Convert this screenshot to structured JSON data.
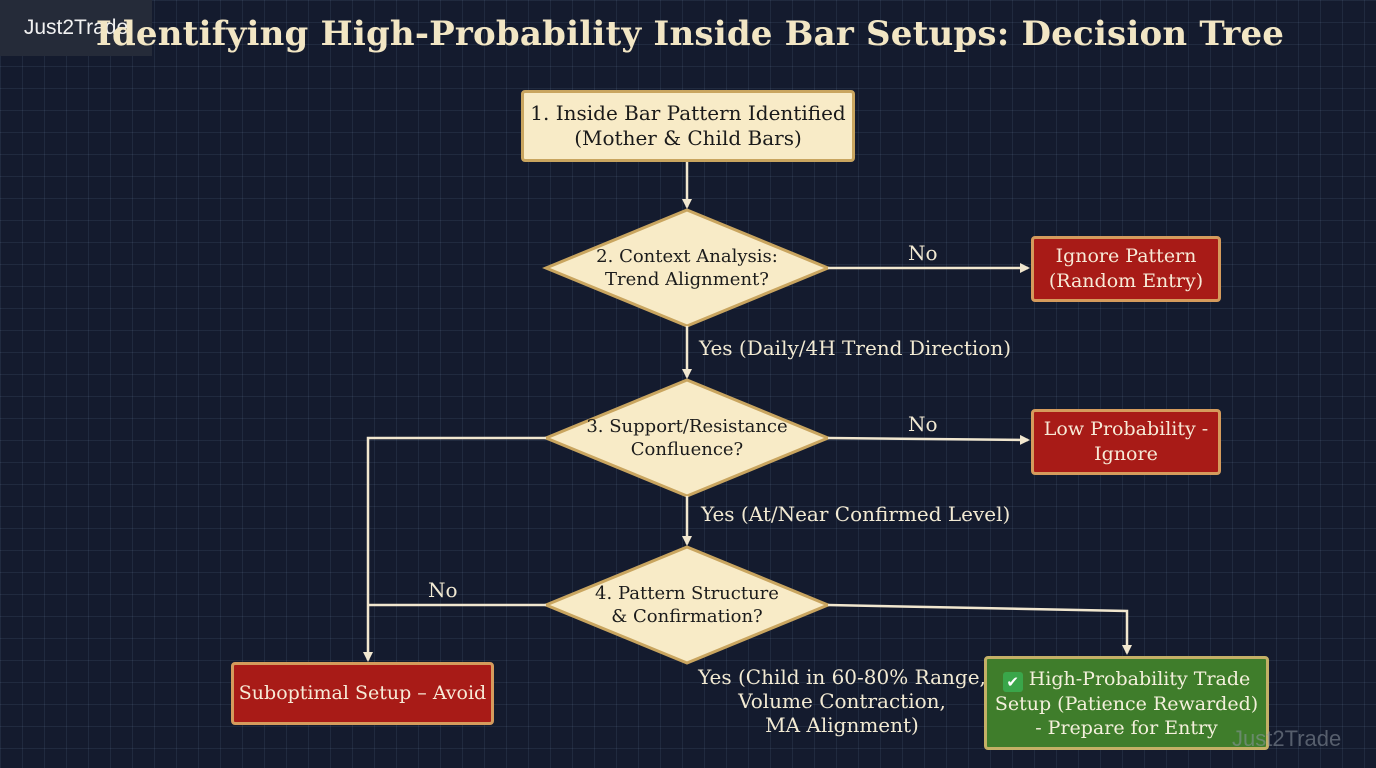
{
  "logo": "Just2Trade",
  "title": "Identifying High-Probability Inside Bar Setups: Decision Tree",
  "watermark": "Just2Trade",
  "nodes": {
    "step1": [
      "1. Inside Bar Pattern Identified",
      "(Mother & Child Bars)"
    ],
    "step2": [
      "2. Context Analysis:",
      "Trend Alignment?"
    ],
    "step3": [
      "3. Support/Resistance",
      "Confluence?"
    ],
    "step4": [
      "4. Pattern Structure",
      "& Confirmation?"
    ],
    "ignore_pattern": [
      "Ignore Pattern",
      "(Random Entry)"
    ],
    "low_probability": [
      "Low Probability -",
      "Ignore"
    ],
    "suboptimal": "Suboptimal Setup – Avoid",
    "high_probability": [
      "High-Probability Trade",
      "Setup (Patience Rewarded)",
      "- Prepare for Entry"
    ]
  },
  "edges": {
    "step2_no": "No",
    "step2_yes": "Yes (Daily/4H Trend Direction)",
    "step3_no": "No",
    "step3_yes": "Yes (At/Near Confirmed Level)",
    "step4_no": "No",
    "step4_yes": [
      "Yes (Child in 60-80% Range,",
      "Volume Contraction,",
      "MA Alignment)"
    ]
  },
  "icons": {
    "high_probability_check": "check-mark-icon"
  },
  "colors": {
    "background": "#141b2e",
    "cream": "#f8ebc7",
    "red": "#a81b17",
    "green": "#3f7d2b",
    "connector": "#f1e7cf"
  }
}
